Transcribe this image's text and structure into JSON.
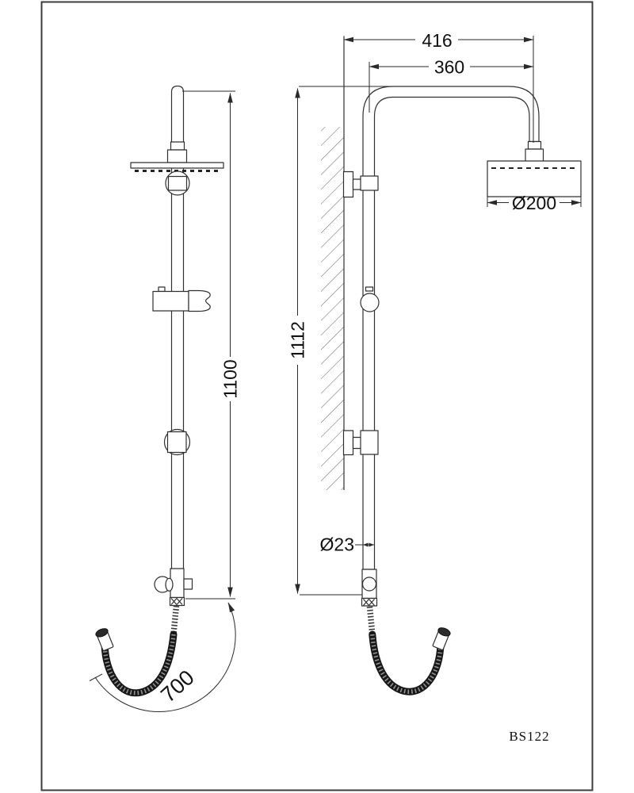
{
  "drawing": {
    "code": "BS122",
    "front_view": {
      "column_height": "1100",
      "hose_length": "700"
    },
    "side_view": {
      "overall_width": "416",
      "arm_width": "360",
      "head_diameter": "Ø200",
      "column_height": "1112",
      "pipe_diameter": "Ø23"
    }
  }
}
